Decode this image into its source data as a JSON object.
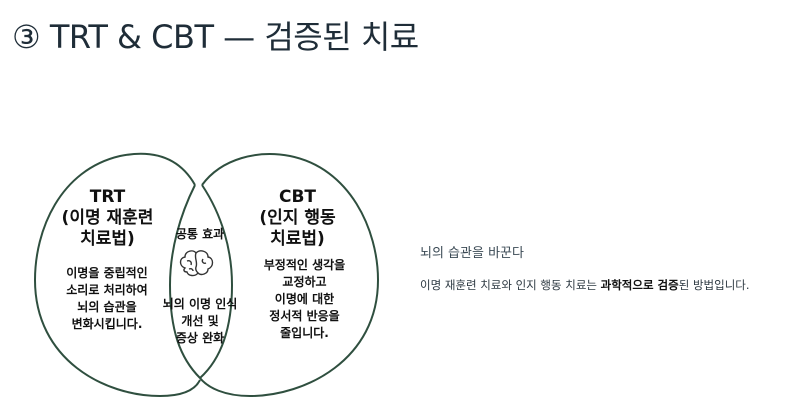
{
  "header": {
    "title": "③ TRT & CBT — 검증된 치료"
  },
  "diagram": {
    "left": {
      "title_lines": [
        "TRT",
        "(이명 재훈련",
        "치료법)"
      ],
      "body_lines": [
        "이명을 중립적인",
        "소리로 처리하여",
        "뇌의 습관을",
        "변화시킵니다."
      ]
    },
    "center": {
      "title": "공통 효과",
      "icon": "brain-icon",
      "body_lines": [
        "뇌의 이명 인식",
        "개선 및",
        "증상 완화"
      ]
    },
    "right": {
      "title_lines": [
        "CBT",
        "(인지 행동",
        "치료법)"
      ],
      "body_lines": [
        "부정적인 생각을",
        "교정하고",
        "이명에 대한",
        "정서적 반응을",
        "줄입니다."
      ]
    },
    "colors": {
      "circle_stroke": "#2f4f3f",
      "text": "#111111"
    }
  },
  "description": {
    "subtitle": "뇌의 습관을 바꾼다",
    "text_before": "이명 재훈련 치료와 인지 행동 치료는 ",
    "text_bold": "과학적으로 검증",
    "text_after": "된 방법입니다."
  }
}
